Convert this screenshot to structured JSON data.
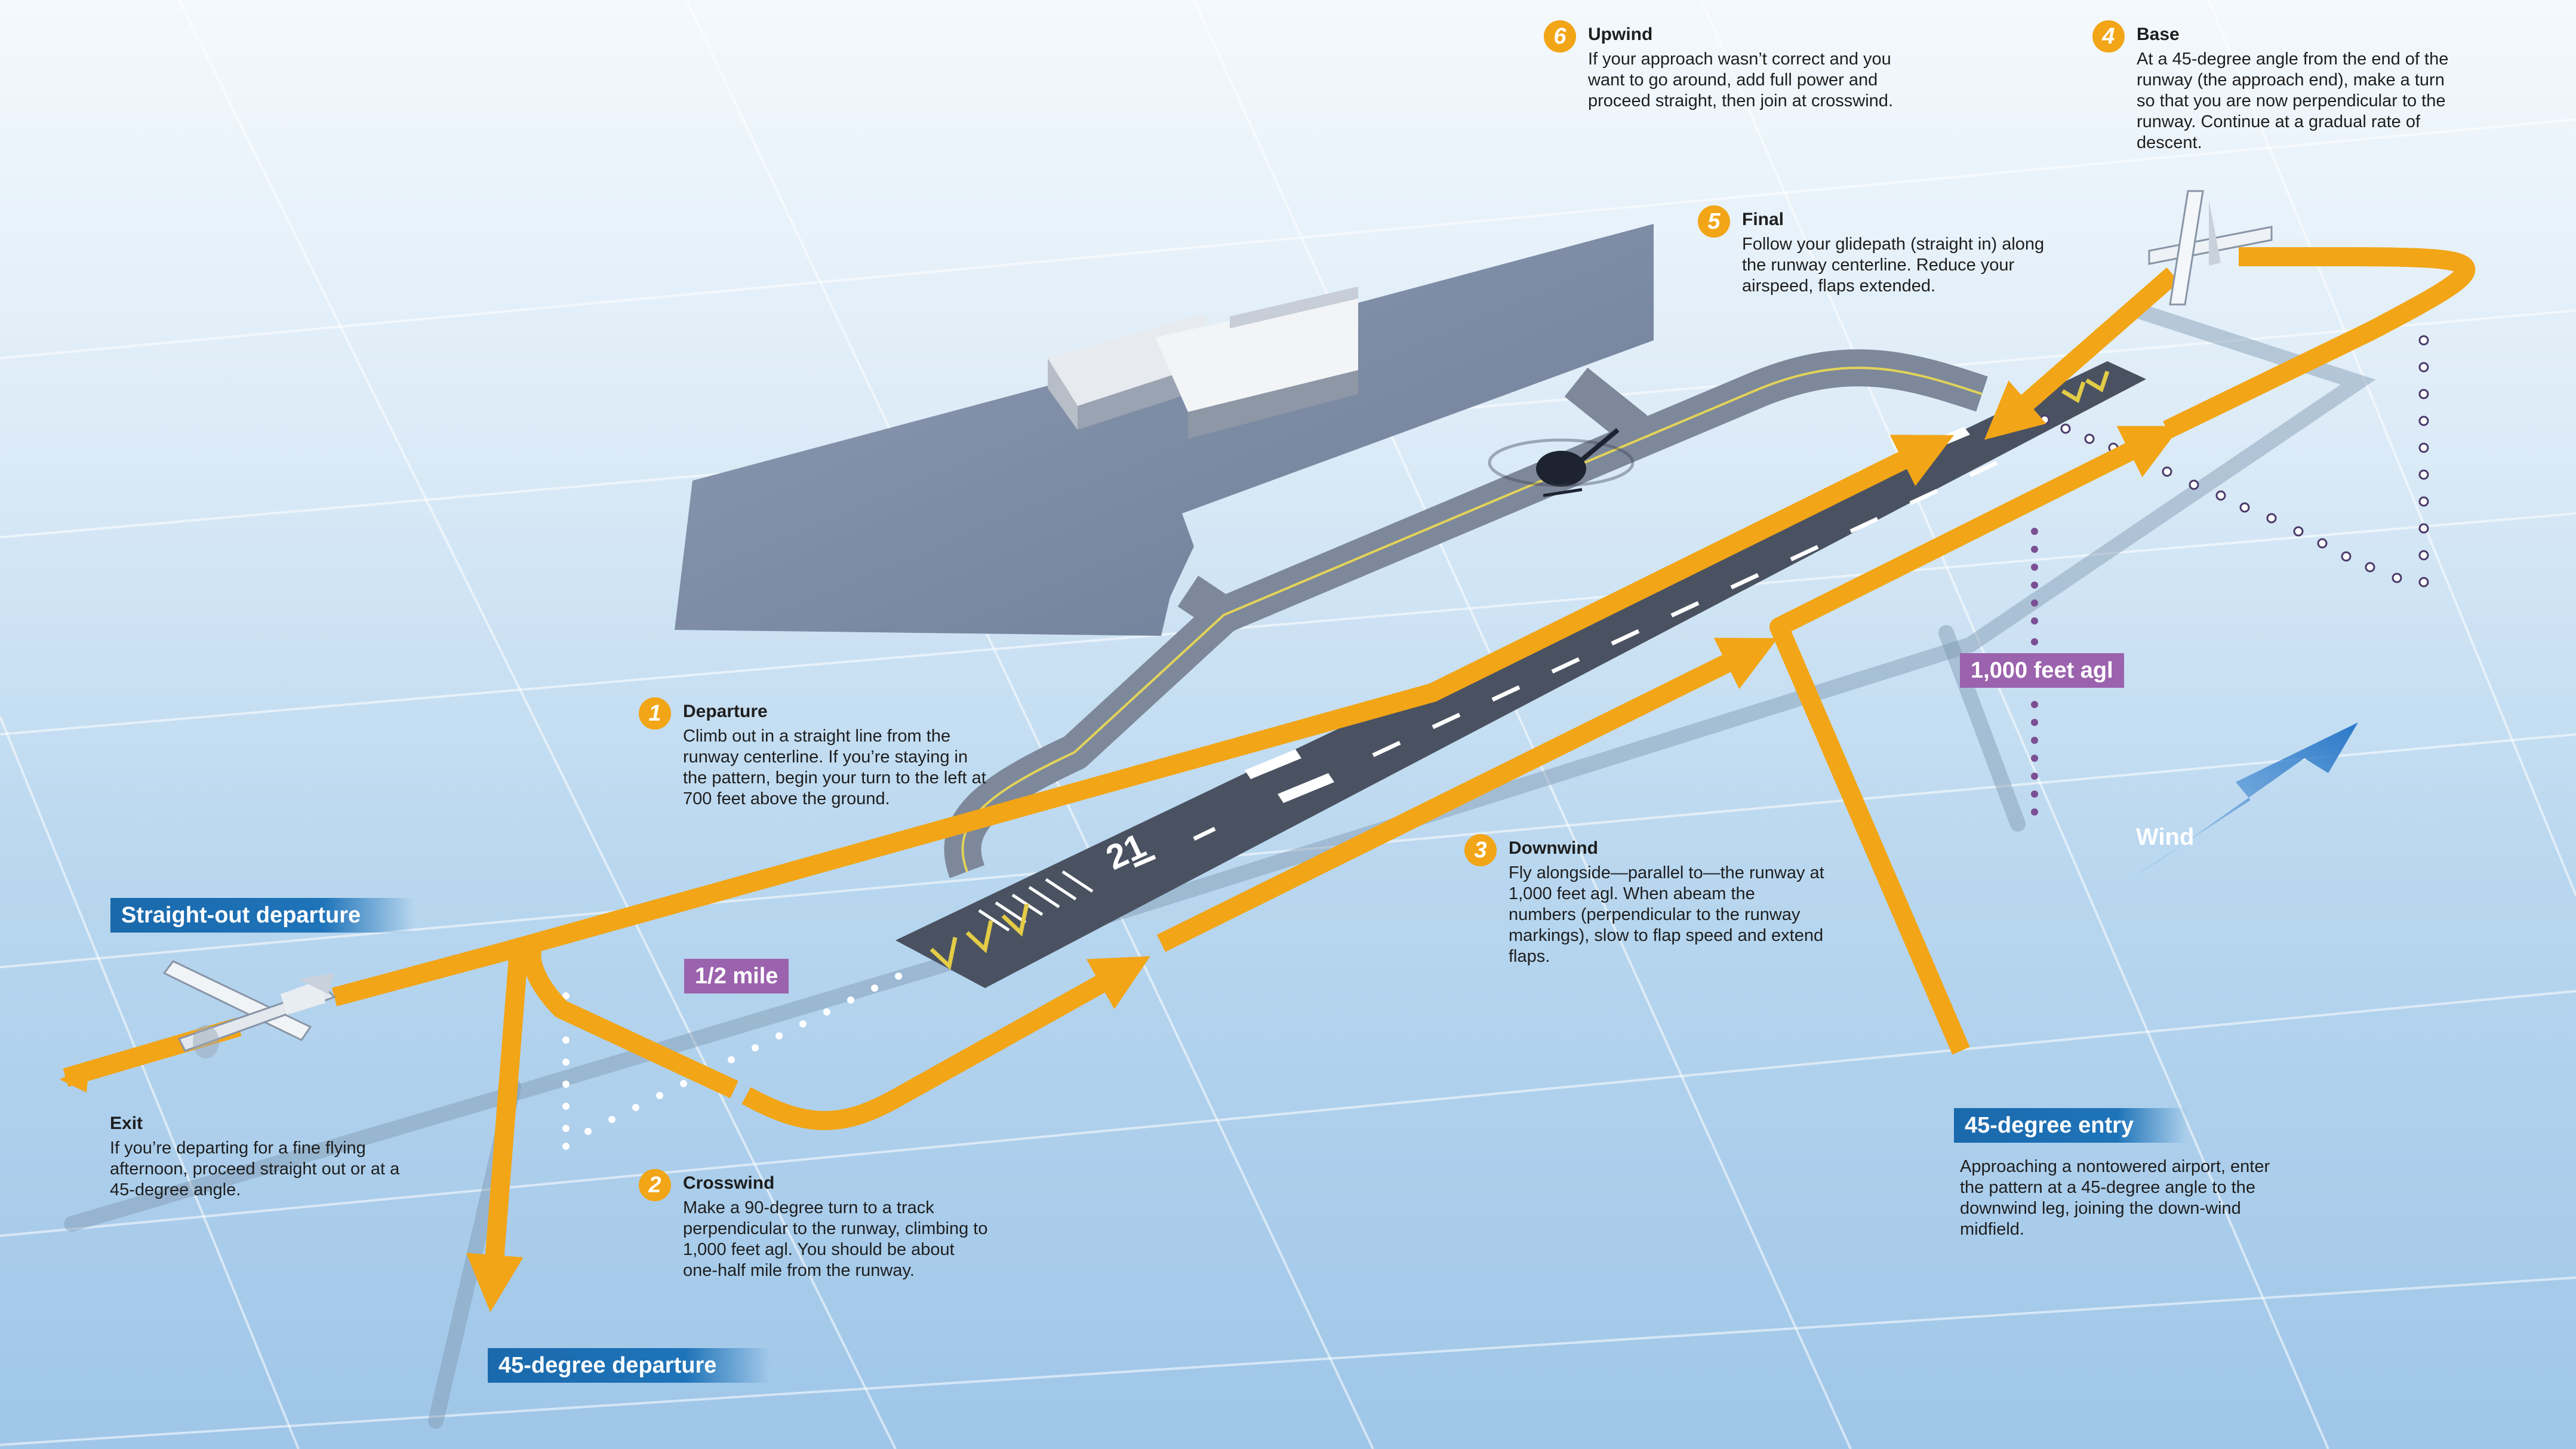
{
  "steps": [
    {
      "number": "1",
      "title": "Departure",
      "text": "Climb out in a straight line from the runway centerline. If you’re staying in the pattern, begin your turn to the left at 700 feet above the ground."
    },
    {
      "number": "2",
      "title": "Crosswind",
      "text": "Make a 90-degree turn to a track perpendicular to the runway, climbing to 1,000 feet agl. You should be about one-half mile from the runway."
    },
    {
      "number": "3",
      "title": "Downwind",
      "text": "Fly alongside—parallel to—the runway at 1,000 feet agl. When abeam the numbers (perpendicular to the runway markings), slow to flap speed and extend flaps."
    },
    {
      "number": "4",
      "title": "Base",
      "text": "At a 45-degree angle from the end of the runway (the approach end), make a turn so that you are now perpendicular to the runway. Continue at a gradual rate of descent."
    },
    {
      "number": "5",
      "title": "Final",
      "text": "Follow your glidepath (straight in) along the runway centerline. Reduce your airspeed, flaps extended."
    },
    {
      "number": "6",
      "title": "Upwind",
      "text": "If your approach wasn’t correct and you want to go around, add full power and proceed straight, then join at crosswind."
    }
  ],
  "exit": {
    "title": "Exit",
    "text": "If you’re departing for a fine flying afternoon, proceed straight out or at a 45-degree angle."
  },
  "entry": {
    "title": "45-degree entry",
    "text": "Approaching a nontowered airport, enter the pattern at a 45-degree angle to the downwind leg, joining the down-wind midfield."
  },
  "labels": {
    "straight_out": "Straight-out departure",
    "departure_45": "45-degree departure",
    "half_mile": "1/2 mile",
    "agl": "1,000 feet agl",
    "wind": "Wind",
    "runway_number": "21"
  },
  "colors": {
    "path": "#f2a516",
    "blue_tag": "#1f74b9",
    "purple_tag": "#9b62ad",
    "runway": "#4a5261"
  }
}
